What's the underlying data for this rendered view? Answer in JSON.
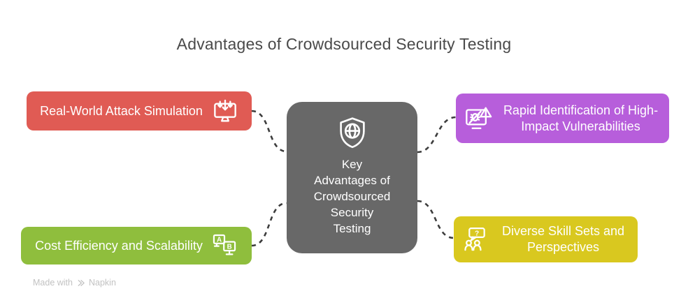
{
  "title": "Advantages of Crowdsourced Security Testing",
  "center_node": {
    "label": "Key Advantages of Crowdsourced Security Testing",
    "color": "#686868",
    "icon": "shield-globe-icon"
  },
  "nodes": [
    {
      "label": "Real-World Attack Simulation",
      "color": "#E05B54",
      "icon": "monitor-download-icon"
    },
    {
      "label": "Cost Efficiency and Scalability",
      "color": "#8FBE3D",
      "icon": "ab-test-monitors-icon"
    },
    {
      "label": "Rapid Identification of High-Impact Vulnerabilities",
      "color": "#B75EDB",
      "icon": "bug-alert-monitor-icon"
    },
    {
      "label": "Diverse Skill Sets and Perspectives",
      "color": "#D9C81F",
      "icon": "people-question-icon"
    }
  ],
  "connectors": {
    "color": "#3d3d3d"
  },
  "watermark": {
    "prefix": "Made with",
    "brand": "Napkin"
  }
}
